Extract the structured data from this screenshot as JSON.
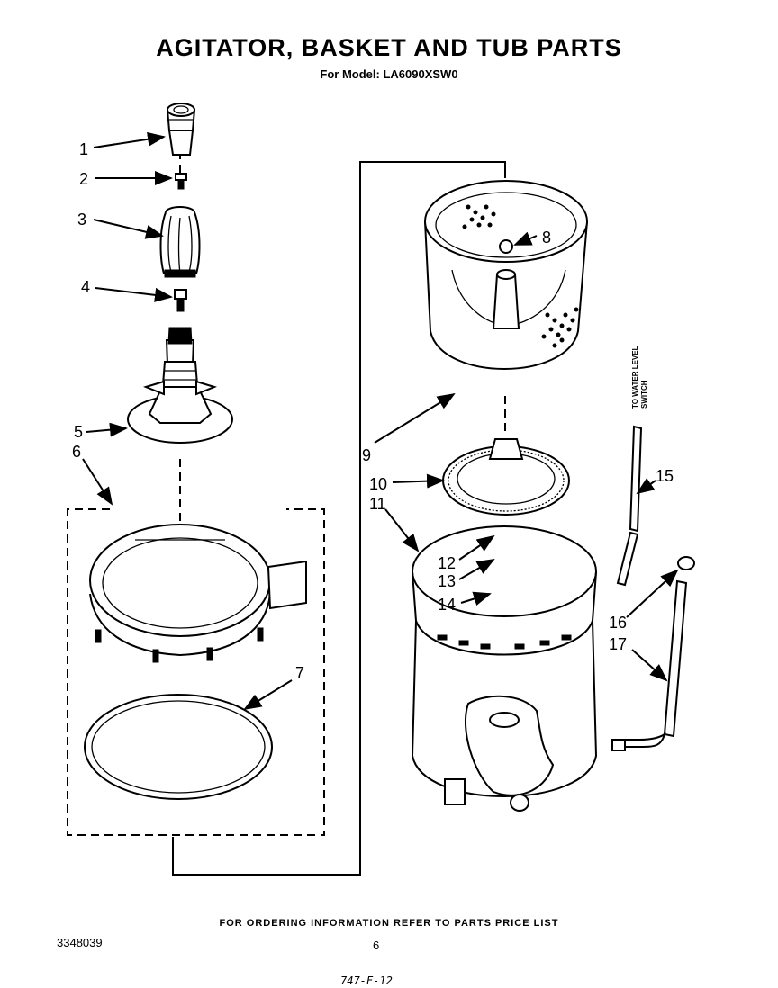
{
  "title": "AGITATOR, BASKET AND TUB PARTS",
  "subtitle": "For Model: LA6090XSW0",
  "callouts": [
    "1",
    "2",
    "3",
    "4",
    "5",
    "6",
    "7",
    "8",
    "9",
    "10",
    "11",
    "12",
    "13",
    "14",
    "15",
    "16",
    "17"
  ],
  "side_label_line1": "TO WATER LEVEL",
  "side_label_line2": "SWITCH",
  "footer_note": "FOR ORDERING INFORMATION REFER TO PARTS PRICE LIST",
  "doc_number": "3348039",
  "page_number": "6",
  "handwritten_note": "747-F-12"
}
